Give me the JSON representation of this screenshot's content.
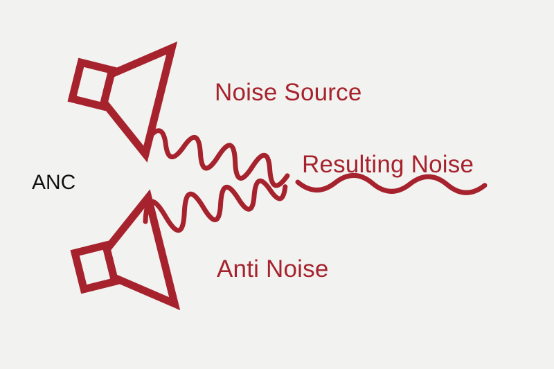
{
  "diagram": {
    "labels": {
      "anc": "ANC",
      "noise_source": "Noise Source",
      "resulting_noise": "Resulting Noise",
      "anti_noise": "Anti Noise"
    },
    "icons": {
      "top_speaker": "speaker-icon",
      "bottom_speaker": "speaker-icon",
      "noise_wave": "sine-wave",
      "anti_noise_wave": "sine-wave",
      "resulting_wave": "sine-wave"
    },
    "colors": {
      "accent_red": "#a6232e",
      "background": "#f2f2f0",
      "anc_text": "#111111"
    }
  }
}
